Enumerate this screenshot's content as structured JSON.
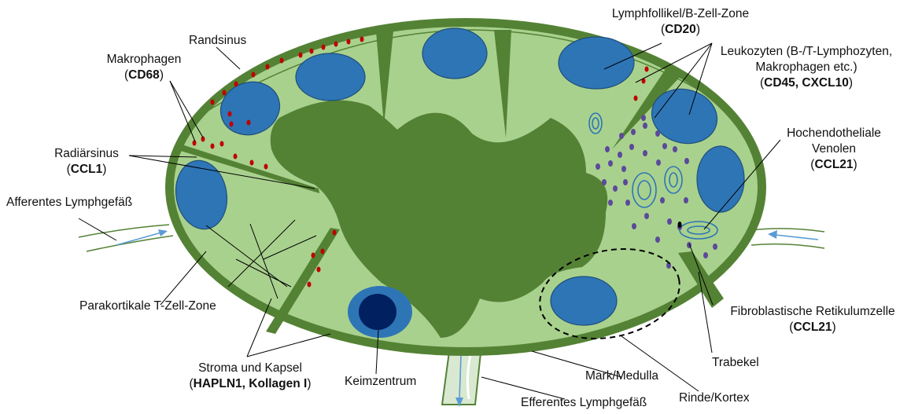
{
  "labels": {
    "lymphfollikel": {
      "text": "Lymphfollikel/B-Zell-Zone",
      "marker": "CD20"
    },
    "randsinus": {
      "text": "Randsinus"
    },
    "makrophagen": {
      "text": "Makrophagen",
      "marker": "CD68"
    },
    "leukozyten": {
      "line1": "Leukozyten (B-/T-Lymphozyten,",
      "line2": "Makrophagen etc.)",
      "marker": "CD45, CXCL10"
    },
    "hochendotheliale": {
      "line1": "Hochendotheliale",
      "line2": "Venolen",
      "marker": "CCL21"
    },
    "radiaersinus": {
      "text": "Radiärsinus",
      "marker": "CCL1"
    },
    "afferentes": {
      "text": "Afferentes Lymphgefäß"
    },
    "parakortikale": {
      "text": "Parakortikale T-Zell-Zone"
    },
    "fibroblastische": {
      "text": "Fibroblastische Retikulumzelle",
      "marker": "CCL21"
    },
    "trabekel": {
      "text": "Trabekel"
    },
    "stroma": {
      "text": "Stroma und Kapsel",
      "marker": "HAPLN1, Kollagen I"
    },
    "keimzentrum": {
      "text": "Keimzentrum"
    },
    "mark": {
      "text": "Mark/Medulla"
    },
    "rinde": {
      "text": "Rinde/Kortex"
    },
    "efferentes": {
      "text": "Efferentes Lymphgefäß"
    }
  },
  "colors": {
    "capsule": "#548235",
    "cortex": "#a9d18e",
    "medulla": "#548235",
    "follicle": "#2e75b6",
    "follicle_outline": "#1f4e79",
    "germinal_center": "#002060",
    "leukocyte": "#5b4a9a",
    "macrophage": "#c00000",
    "arrow": "#5b9bd5"
  }
}
